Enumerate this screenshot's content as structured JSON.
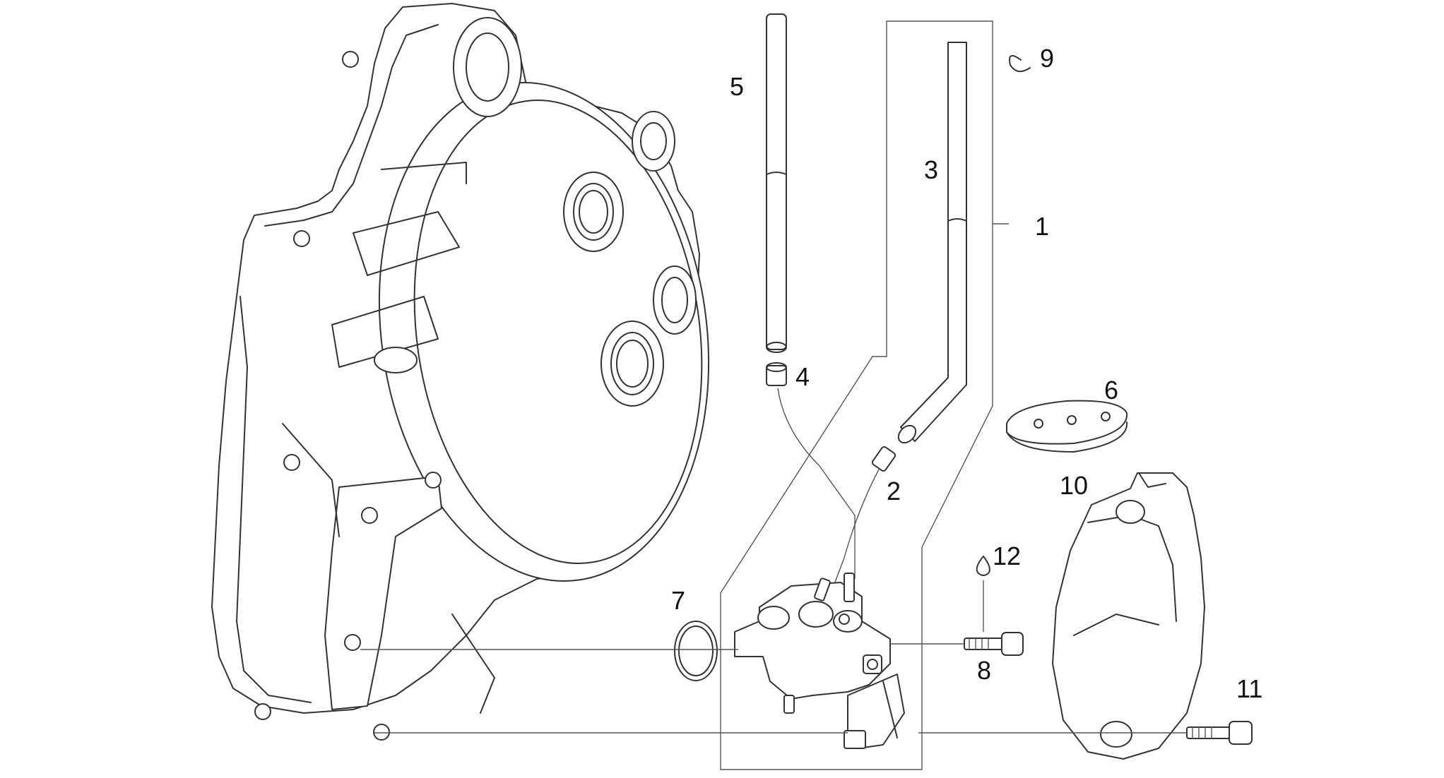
{
  "callouts": [
    "1",
    "2",
    "3",
    "4",
    "5",
    "6",
    "7",
    "8",
    "9",
    "10",
    "11",
    "12"
  ],
  "colors": {
    "line": "#333333",
    "background": "#ffffff",
    "label": "#111111"
  }
}
